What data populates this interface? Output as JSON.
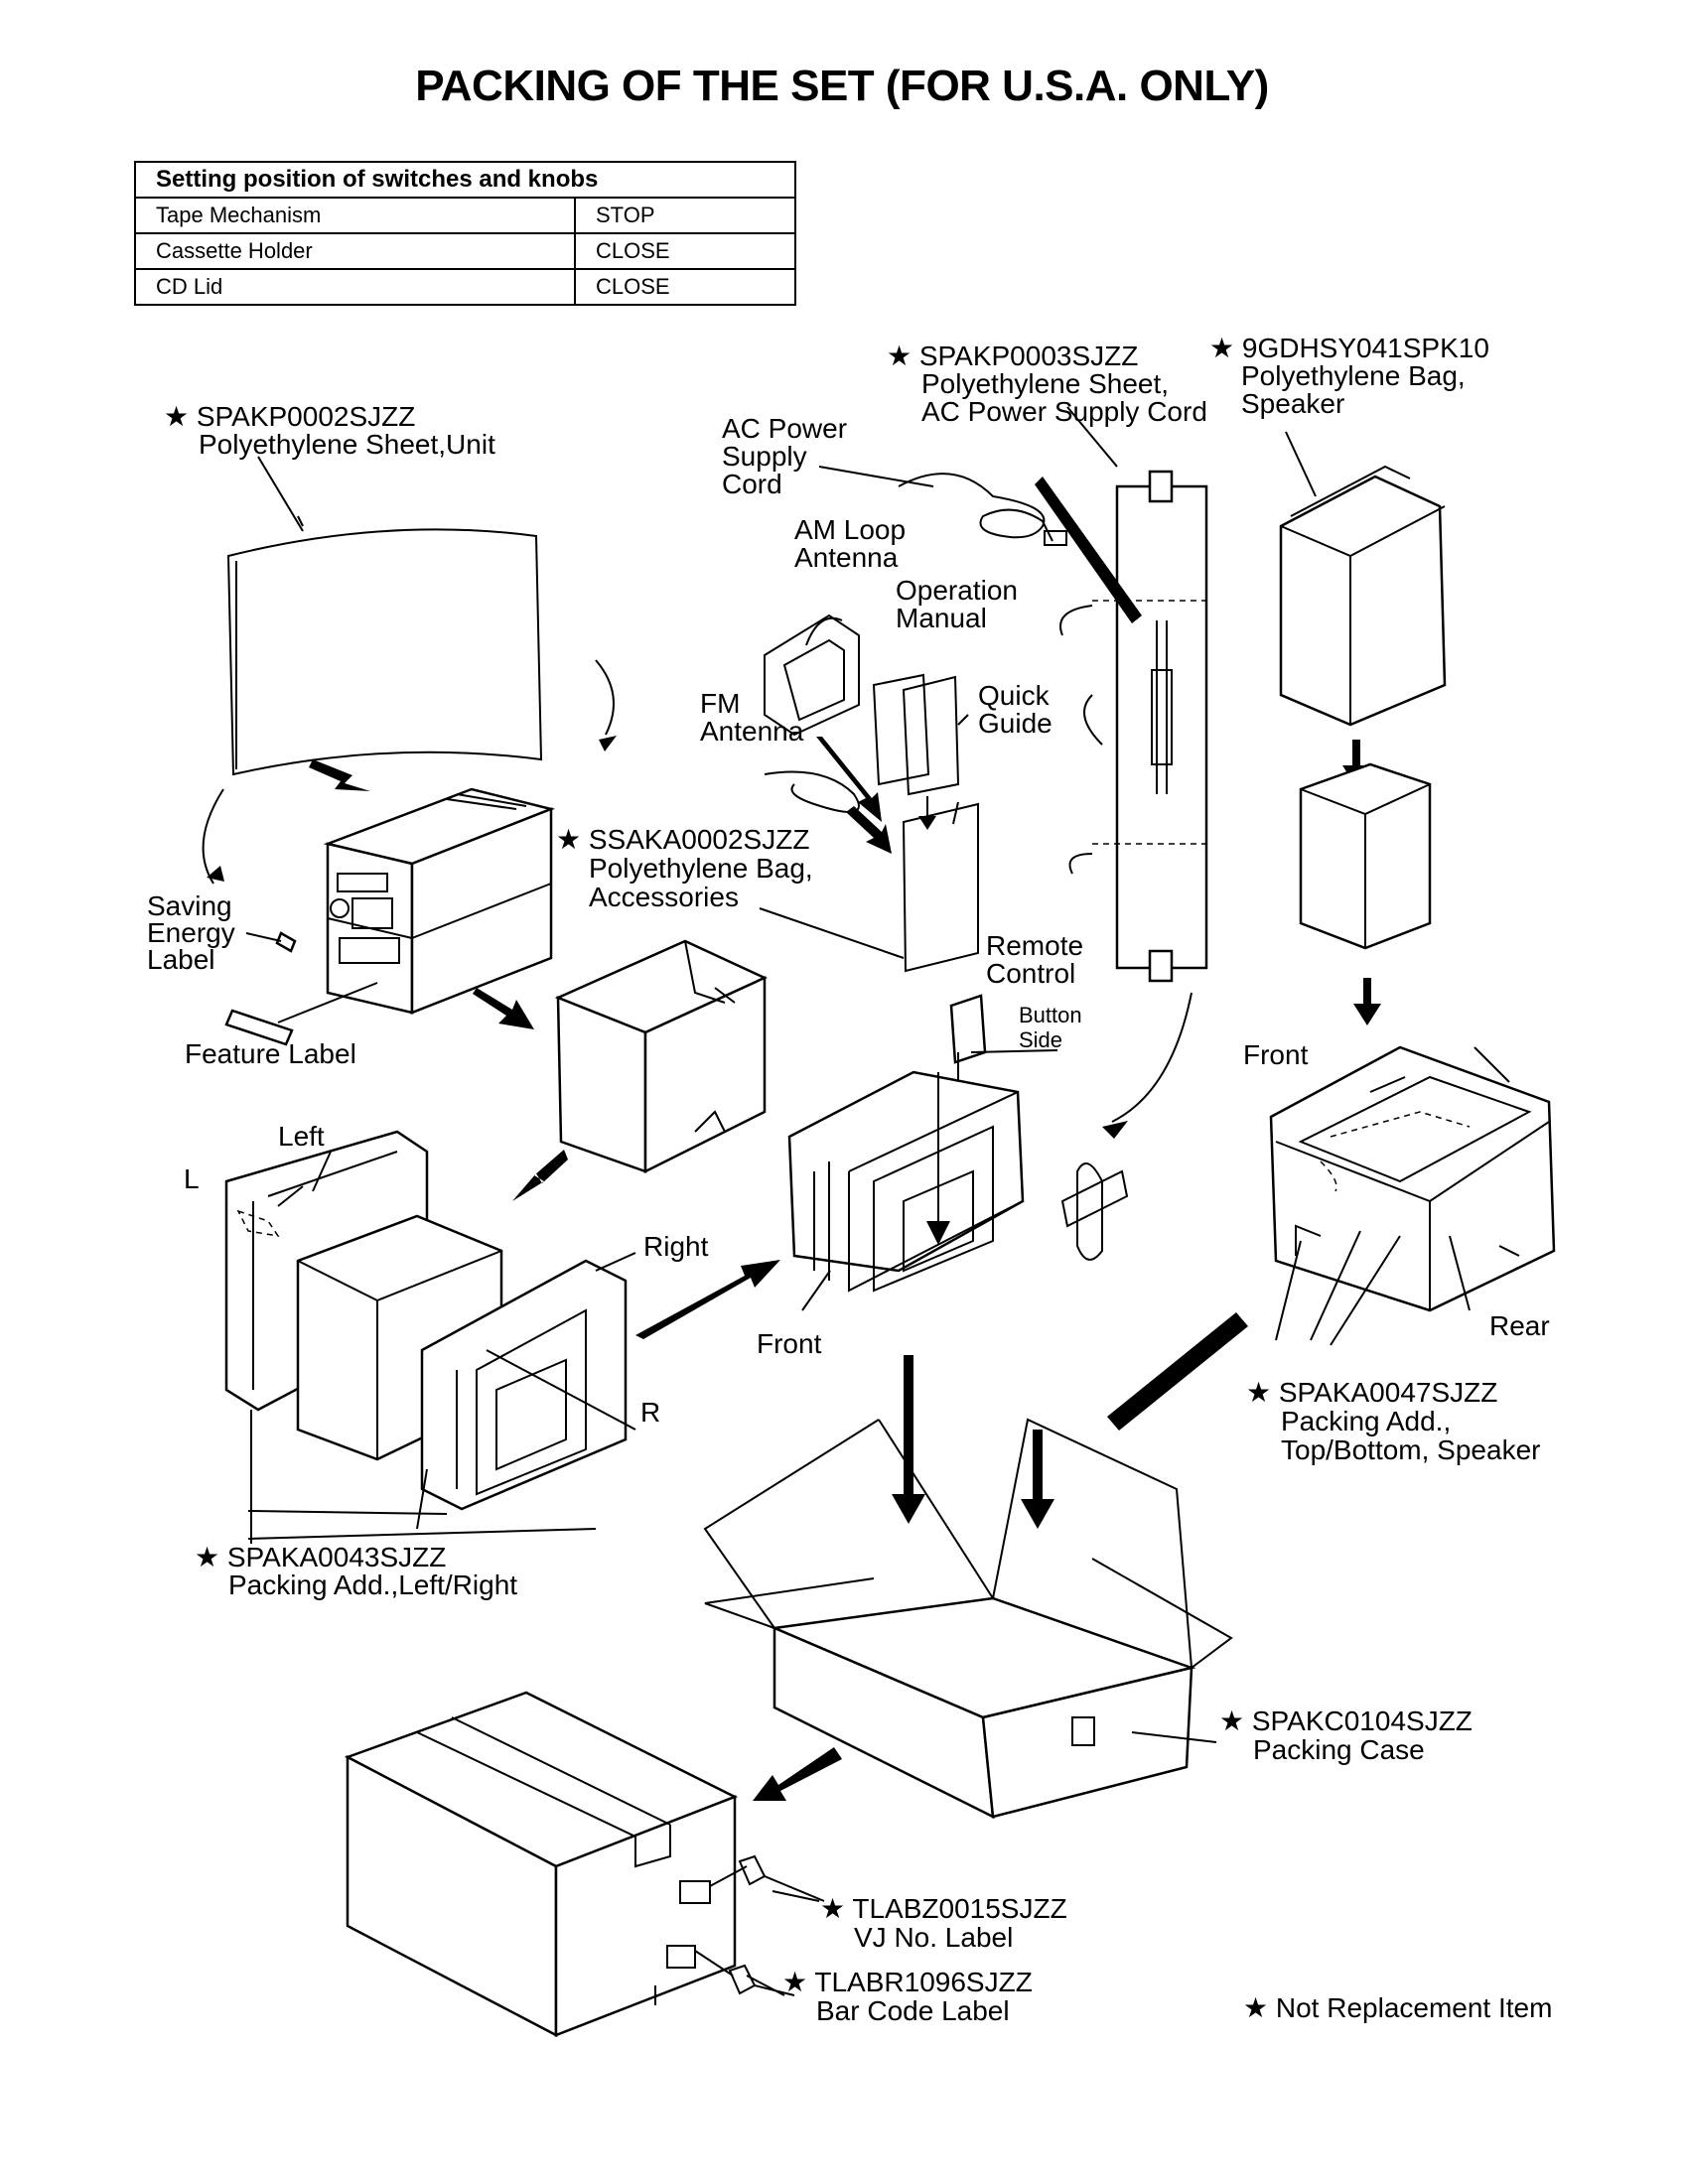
{
  "title": "PACKING OF THE SET (FOR U.S.A. ONLY)",
  "settings_table": {
    "header": "Setting position of switches and knobs",
    "rows": [
      {
        "item": "Tape Mechanism",
        "value": "STOP"
      },
      {
        "item": "Cassette Holder",
        "value": "CLOSE"
      },
      {
        "item": "CD Lid",
        "value": "CLOSE"
      }
    ]
  },
  "callouts": {
    "poly_sheet_unit": {
      "code": "★ SPAKP0002SJZZ",
      "desc": "Polyethylene Sheet,Unit"
    },
    "poly_sheet_cord": {
      "code": "★ SPAKP0003SJZZ",
      "desc1": "Polyethylene Sheet,",
      "desc2": "AC Power Supply Cord"
    },
    "poly_bag_speaker": {
      "code": "★ 9GDHSY041SPK10",
      "desc1": "Polyethylene Bag,",
      "desc2": "Speaker"
    },
    "poly_bag_accessories": {
      "code": "★ SSAKA0002SJZZ",
      "desc1": "Polyethylene Bag,",
      "desc2": "Accessories"
    },
    "packing_lr": {
      "code": "★ SPAKA0043SJZZ",
      "desc": "Packing Add.,Left/Right"
    },
    "packing_tb": {
      "code": "★ SPAKA0047SJZZ",
      "desc1": "Packing Add.,",
      "desc2": "Top/Bottom, Speaker"
    },
    "packing_case": {
      "code": "★ SPAKC0104SJZZ",
      "desc": "Packing Case"
    },
    "vj_label": {
      "code": "★ TLABZ0015SJZZ",
      "desc": "VJ No. Label"
    },
    "bar_code_label": {
      "code": "★ TLABR1096SJZZ",
      "desc": "Bar Code Label"
    }
  },
  "part_labels": {
    "ac_cord": [
      "AC Power",
      "Supply",
      "Cord"
    ],
    "am_antenna": [
      "AM Loop",
      "Antenna"
    ],
    "op_manual": [
      "Operation",
      "Manual"
    ],
    "quick_guide": [
      "Quick",
      "Guide"
    ],
    "fm_antenna": [
      "FM",
      "Antenna"
    ],
    "saving_energy": [
      "Saving",
      "Energy",
      "Label"
    ],
    "feature_label": "Feature Label",
    "remote": [
      "Remote",
      "Control"
    ],
    "button_side": [
      "Button",
      "Side"
    ],
    "left": "Left",
    "l": "L",
    "right": "Right",
    "r": "R",
    "front_center": "Front",
    "front_right": "Front",
    "rear": "Rear"
  },
  "note": "★ Not Replacement Item"
}
